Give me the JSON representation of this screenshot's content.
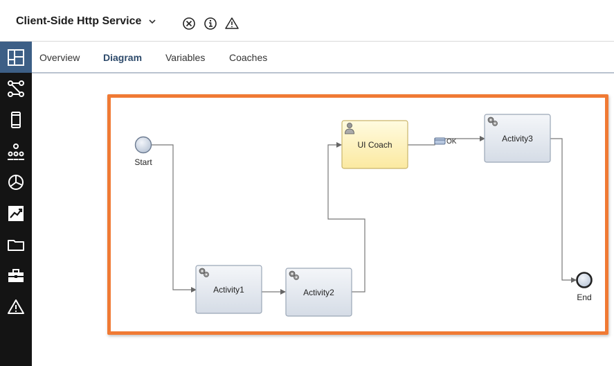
{
  "header": {
    "title": "Client-Side Http Service"
  },
  "sidebar": {
    "items": [
      {
        "icon": "dashboard-icon",
        "active": true
      },
      {
        "icon": "flow-icon"
      },
      {
        "icon": "mobile-icon"
      },
      {
        "icon": "team-icon"
      },
      {
        "icon": "pie-chart-icon"
      },
      {
        "icon": "trend-chart-icon"
      },
      {
        "icon": "folder-icon"
      },
      {
        "icon": "toolbox-icon"
      },
      {
        "icon": "warning-icon"
      }
    ]
  },
  "tabs": [
    {
      "label": "Overview"
    },
    {
      "label": "Diagram",
      "active": true
    },
    {
      "label": "Variables"
    },
    {
      "label": "Coaches"
    }
  ],
  "diagram": {
    "start_label": "Start",
    "end_label": "End",
    "activity1_label": "Activity1",
    "activity2_label": "Activity2",
    "ui_coach_label": "UI Coach",
    "activity3_label": "Activity3",
    "ok_flow_label": "OK"
  },
  "colors": {
    "accent": "#3d5f86",
    "selection": "#f07a34",
    "coach_fill": "#fdf2b3",
    "activity_fill": "#e6ebf2"
  }
}
